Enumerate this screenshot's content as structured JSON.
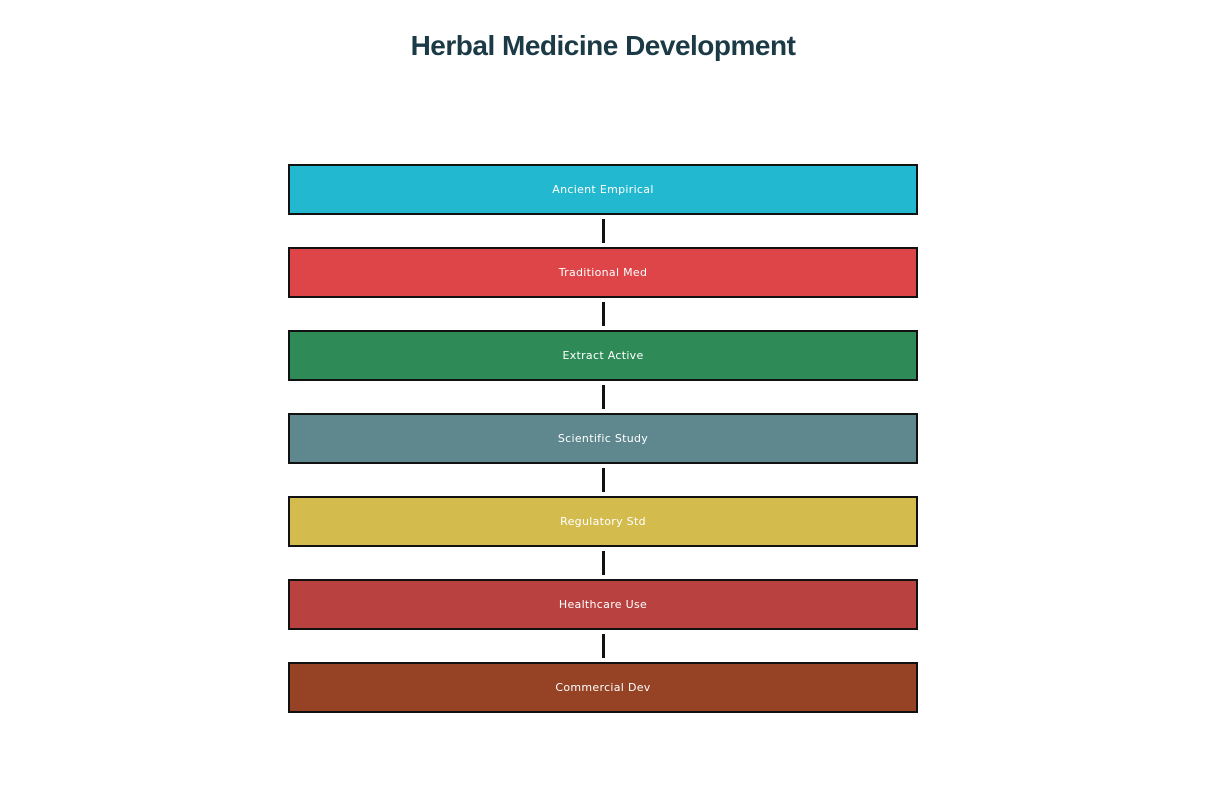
{
  "title": "Herbal Medicine Development",
  "steps": [
    {
      "label": "Ancient Empirical",
      "color": "#22b8cf"
    },
    {
      "label": "Traditional Med",
      "color": "#dd4548"
    },
    {
      "label": "Extract Active",
      "color": "#2e8a57"
    },
    {
      "label": "Scientific Study",
      "color": "#5e878e"
    },
    {
      "label": "Regulatory Std",
      "color": "#d3bb4e"
    },
    {
      "label": "Healthcare Use",
      "color": "#b94240"
    },
    {
      "label": "Commercial Dev",
      "color": "#964224"
    }
  ]
}
